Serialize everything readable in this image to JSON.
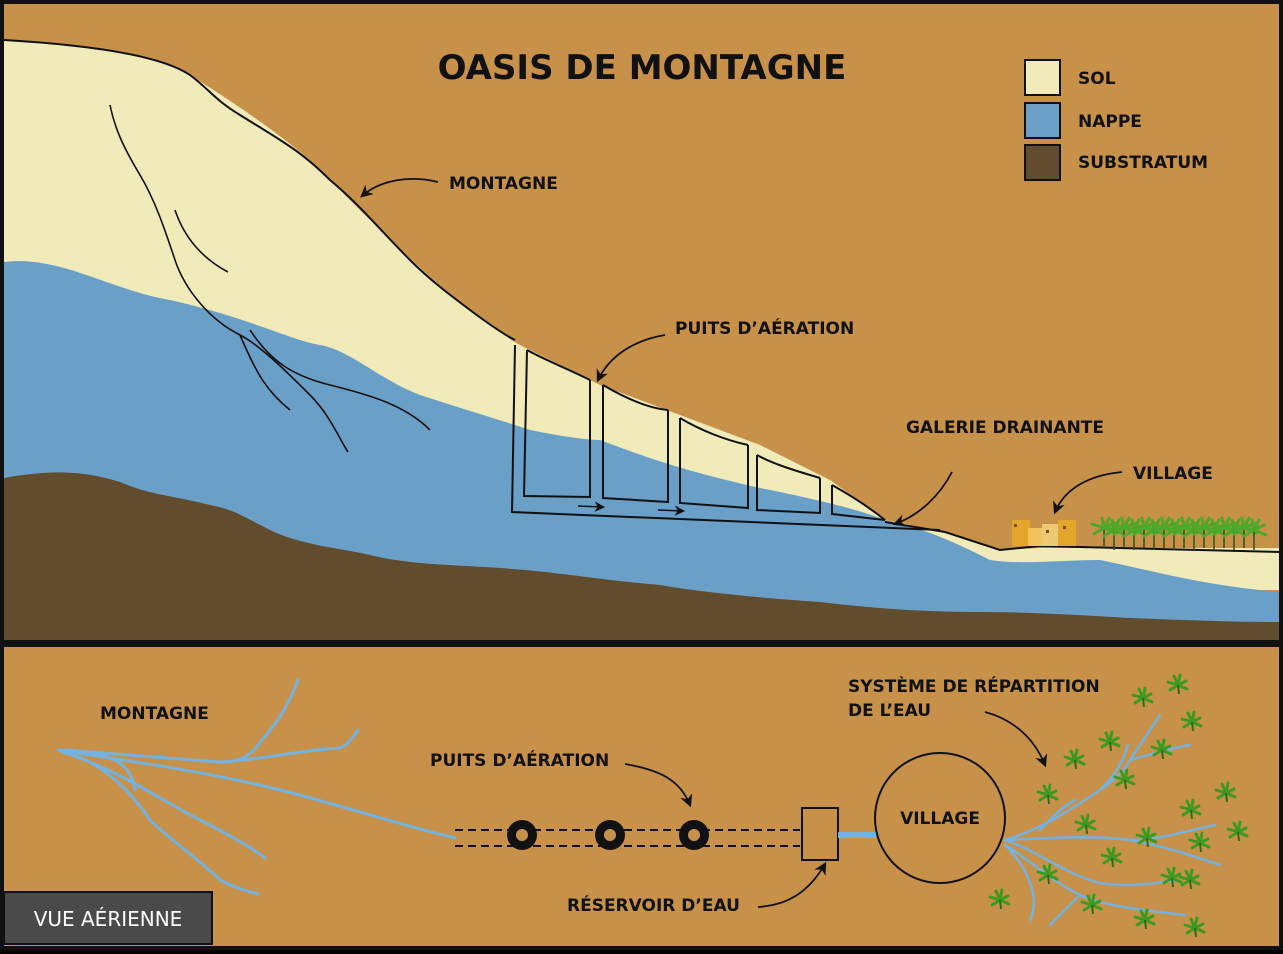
{
  "title": "OASIS DE MONTAGNE",
  "colors": {
    "background": "#c8914a",
    "soil": "#f1eab9",
    "water": "#6a9fc8",
    "bedrock": "#624c2e",
    "stream": "#74b3df",
    "palm": "#3d9a1e",
    "village": "#e3a62b",
    "badge": "#4a4a4a"
  },
  "legend": [
    {
      "label": "SOL",
      "color": "#f1eab9"
    },
    {
      "label": "NAPPE",
      "color": "#6a9fc8"
    },
    {
      "label": "SUBSTRATUM",
      "color": "#624c2e"
    }
  ],
  "cross_section": {
    "labels": {
      "mountain": "MONTAGNE",
      "shafts": "PUITS D’AÉRATION",
      "gallery": "GALERIE DRAINANTE",
      "village": "VILLAGE"
    }
  },
  "aerial": {
    "badge": "VUE AÉRIENNE",
    "labels": {
      "mountain": "MONTAGNE",
      "shafts": "PUITS D’AÉRATION",
      "reservoir": "RÉSERVOIR D’EAU",
      "village": "VILLAGE",
      "distribution_line1": "SYSTÈME DE RÉPARTITION",
      "distribution_line2": "DE L’EAU"
    }
  }
}
